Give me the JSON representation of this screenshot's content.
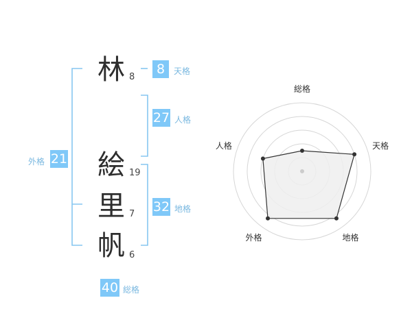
{
  "name": {
    "chars": [
      {
        "char": "林",
        "strokes": "8"
      },
      {
        "char": "絵",
        "strokes": "19"
      },
      {
        "char": "里",
        "strokes": "7"
      },
      {
        "char": "帆",
        "strokes": "6"
      }
    ]
  },
  "kakusu": {
    "tenkaku": {
      "value": "8",
      "label": "天格"
    },
    "jinkaku": {
      "value": "27",
      "label": "人格"
    },
    "chikaku": {
      "value": "32",
      "label": "地格"
    },
    "gaikaku": {
      "value": "21",
      "label": "外格"
    },
    "soukaku": {
      "value": "40",
      "label": "総格"
    }
  },
  "colors": {
    "accent": "#7fc8f8",
    "bracket": "#86c6f0",
    "radar_fill": "#eeeeee",
    "radar_line": "#333333",
    "grid": "#d6d6d6"
  },
  "chart_data": {
    "type": "radar",
    "axes": [
      "総格",
      "天格",
      "地格",
      "外格",
      "人格"
    ],
    "values": [
      0.3,
      0.8,
      0.85,
      0.85,
      0.6
    ],
    "rings": 5
  }
}
